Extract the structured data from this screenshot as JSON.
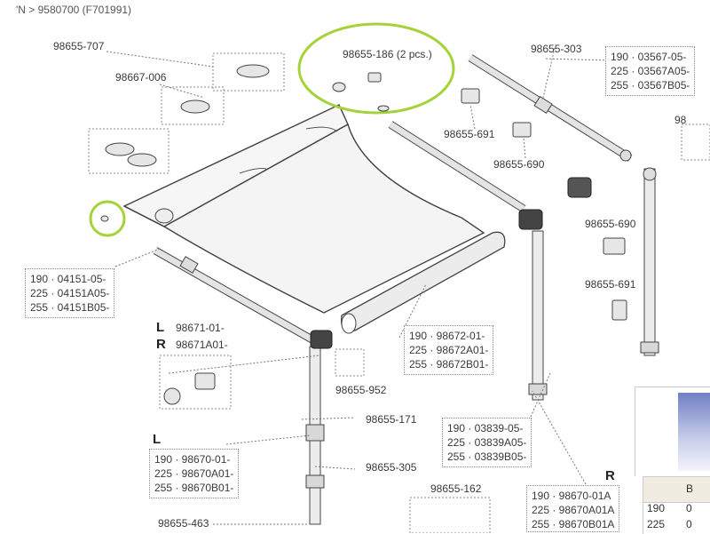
{
  "breadcrumb": "'N > 9580700 (F701991)",
  "labels": {
    "p98655_707": "98655-707",
    "p98667_006": "98667-006",
    "p98655_186": "98655-186 (2 pcs.)",
    "p98655_303": "98655-303",
    "p98655_691_top": "98655-691",
    "p98655_690_top": "98655-690",
    "p98655_690_right": "98655-690",
    "p98655_691_right": "98655-691",
    "p98655_952": "98655-952",
    "p98655_171": "98655-171",
    "p98655_305": "98655-305",
    "p98655_162": "98655-162",
    "p98655_463": "98655-463",
    "cut_98": "98"
  },
  "boxes": {
    "box_03567": [
      "190 · 03567-05-",
      "225 · 03567A05-",
      "255 · 03567B05-"
    ],
    "box_04151": [
      "190 · 04151-05-",
      "225 · 04151A05-",
      "255 · 04151B05-"
    ],
    "box_98672": [
      "190 · 98672-01-",
      "225 · 98672A01-",
      "255 · 98672B01-"
    ],
    "box_03839": [
      "190 · 03839-05-",
      "225 · 03839A05-",
      "255 · 03839B05-"
    ],
    "box_98670L": [
      "190 · 98670-01-",
      "225 · 98670A01-",
      "255 · 98670B01-"
    ],
    "box_98670R": [
      "190 · 98670-01A",
      "225 · 98670A01A",
      "255 · 98670B01A"
    ],
    "box_98671": [
      "98671-01-",
      "98671A01-"
    ]
  },
  "side_marks": {
    "L1": "L",
    "R1": "R",
    "L2": "L",
    "R2": "R"
  },
  "table": {
    "h1": "B",
    "r1c1": "190",
    "r1c2": "0",
    "r2c1": "225",
    "r2c2": "0"
  },
  "colors": {
    "highlight": "#a4d23a",
    "line": "#555555",
    "part_fill": "#e8e8e8"
  }
}
